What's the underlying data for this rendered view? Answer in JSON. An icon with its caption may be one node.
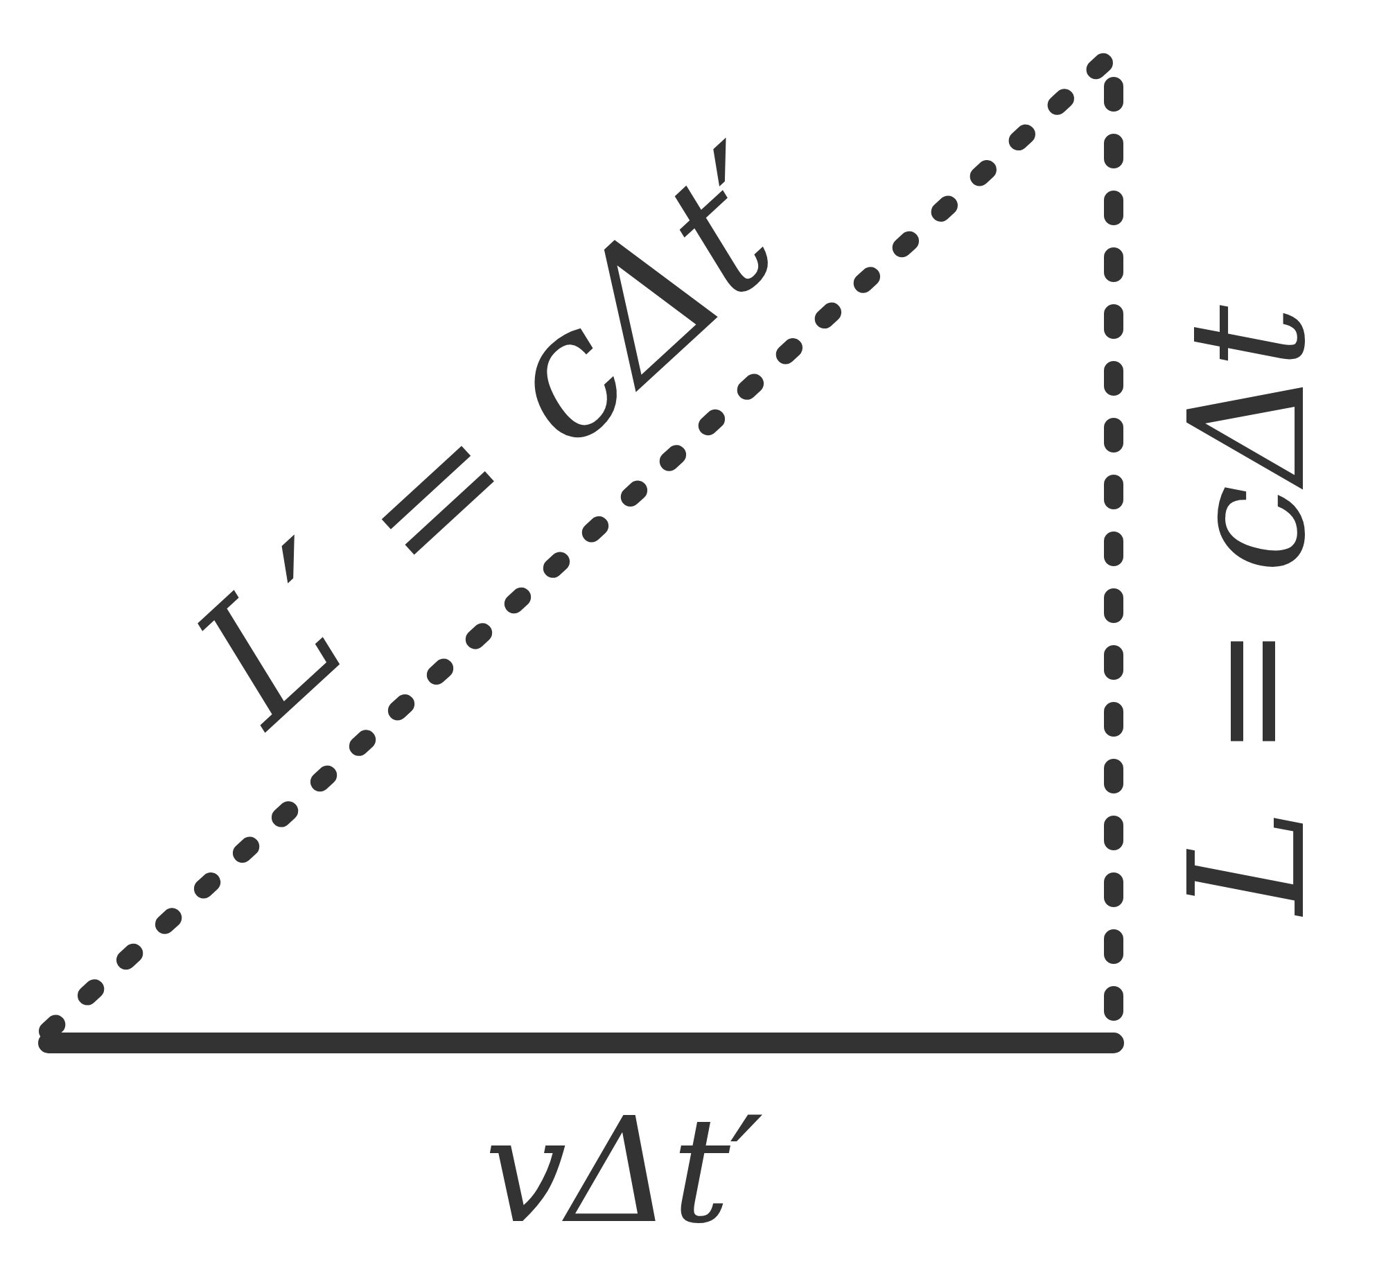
{
  "diagram": {
    "labels": [
      "L′ = cΔt′",
      "L = cΔt",
      "vΔt′"
    ]
  }
}
